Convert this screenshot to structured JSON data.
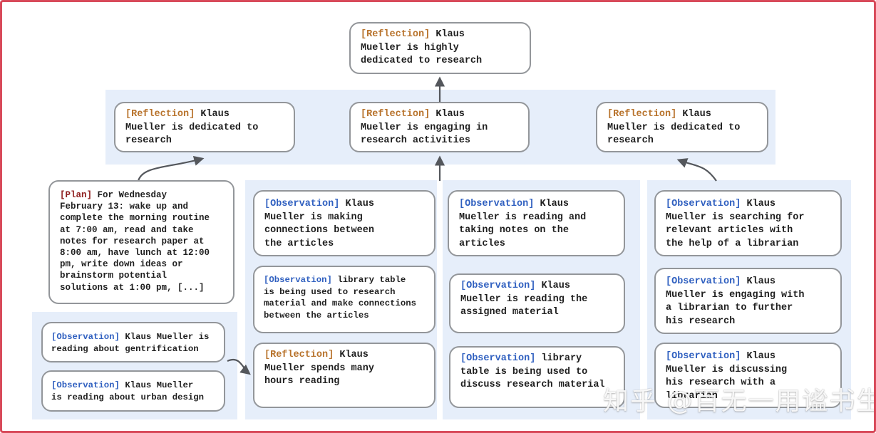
{
  "colors": {
    "frame": "#d84a5a",
    "panel": "#e6eefa",
    "node_border": "#93969a",
    "text": "#1f1f1f",
    "reflection": "#b8732c",
    "observation": "#3060c0",
    "plan": "#8f1f1f",
    "arrow": "#54575c"
  },
  "watermark": {
    "text": "知乎 @百无一用谧书生"
  },
  "nodes": {
    "top": {
      "tag": "[Reflection]",
      "text": "Klaus\nMueller is highly\ndedicated to research"
    },
    "r1": {
      "tag": "[Reflection]",
      "text": "Klaus\nMueller is dedicated to\nresearch"
    },
    "r2": {
      "tag": "[Reflection]",
      "text": "Klaus\nMueller is engaging in\nresearch activities"
    },
    "r3": {
      "tag": "[Reflection]",
      "text": "Klaus\nMueller is dedicated to\nresearch"
    },
    "plan": {
      "tag": "[Plan]",
      "text": "For Wednesday\nFebruary 13: wake up and\ncomplete the morning routine\nat 7:00 am, read and take\nnotes for research paper at\n8:00 am, have lunch at 12:00\npm, write down ideas or\nbrainstorm potential\nsolutions at 1:00 pm, [...]"
    },
    "obsA": {
      "tag": "[Observation]",
      "text": "Klaus Mueller is\nreading about gentrification"
    },
    "obsB": {
      "tag": "[Observation]",
      "text": "Klaus Mueller\nis reading about urban design"
    },
    "m1a": {
      "tag": "[Observation]",
      "text": "Klaus\nMueller is making\nconnections between\nthe articles"
    },
    "m1b": {
      "tag": "[Observation]",
      "text": "library table\nis being used to research\nmaterial and make connections\nbetween the articles"
    },
    "m1c": {
      "tag": "[Reflection]",
      "text": "Klaus\nMueller spends many\nhours reading"
    },
    "m2a": {
      "tag": "[Observation]",
      "text": "Klaus\nMueller is reading and\ntaking notes on the\narticles"
    },
    "m2b": {
      "tag": "[Observation]",
      "text": "Klaus\nMueller is reading the\nassigned material"
    },
    "m2c": {
      "tag": "[Observation]",
      "text": "library\ntable is being used to\ndiscuss research material"
    },
    "r3a": {
      "tag": "[Observation]",
      "text": "Klaus\nMueller is searching for\nrelevant articles with\nthe help of a librarian"
    },
    "r3b": {
      "tag": "[Observation]",
      "text": "Klaus\nMueller is engaging with\na librarian to further\nhis research"
    },
    "r3c": {
      "tag": "[Observation]",
      "text": "Klaus\nMueller is discussing\nhis research with a\nlibrarian"
    }
  }
}
